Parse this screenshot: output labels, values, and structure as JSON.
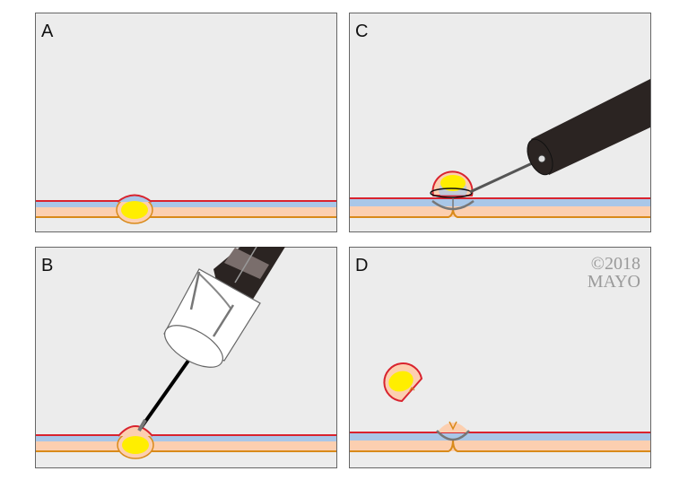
{
  "panels": [
    {
      "id": "A",
      "label": "A"
    },
    {
      "id": "B",
      "label": "B"
    },
    {
      "id": "C",
      "label": "C"
    },
    {
      "id": "D",
      "label": "D"
    }
  ],
  "watermark": {
    "line1": "©2018",
    "line2": "MAYO"
  },
  "colors": {
    "background": "#ececec",
    "mucosa_line": "#d9232e",
    "blue_layer": "#a9c7e8",
    "peach_layer": "#fccfb0",
    "muscle_line": "#d98a1a",
    "lesion": "#ffee00",
    "scope": "#2b2422"
  }
}
